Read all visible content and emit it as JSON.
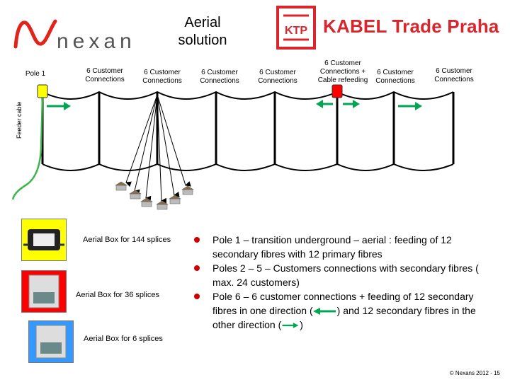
{
  "header": {
    "title": "Aerial solution",
    "left_logo_text": "nexans",
    "right_logo_mark": "KTP",
    "right_logo_text": "KABEL Trade Praha"
  },
  "diagram": {
    "pole1_label": "Pole 1",
    "feeder_cable_label": "Feeder cable",
    "pole_labels": [
      "6 Customer Connections",
      "6 Customer Connections",
      "6 Customer Connections",
      "6 Customer Connections",
      "6 Customer Connections + Cable refeeding",
      "6 Customer Connections",
      "6 Customer Connections"
    ],
    "colors": {
      "pole1_box": "#ffff00",
      "refeed_box": "#ff0000",
      "arrow": "#00a651",
      "feeder": "#3cb44b"
    }
  },
  "boxes": {
    "box144_label": "Aerial Box for 144 splices",
    "box36_label": "Aerial Box for 36 splices",
    "box6_label": "Aerial Box for 6 splices",
    "colors": {
      "box144_bg": "#ffff00",
      "box36_bg": "#ff0000",
      "box6_bg": "#3399ff"
    }
  },
  "bullets": {
    "item1": "Pole 1 – transition underground – aerial : feeding of 12 secondary fibres with 12 primary fibres",
    "item2": "Poles 2 – 5 – Customers connections with secondary fibres ( max. 24 customers)",
    "item3_part1": "Pole 6 – 6 customer connections + feeding of 12 secondary fibres in one direction (",
    "item3_part2": ") and 12 secondary fibres in the other direction (",
    "item3_part3": ")"
  },
  "footer": {
    "copyright": "© Nexans 2012 - 15"
  }
}
